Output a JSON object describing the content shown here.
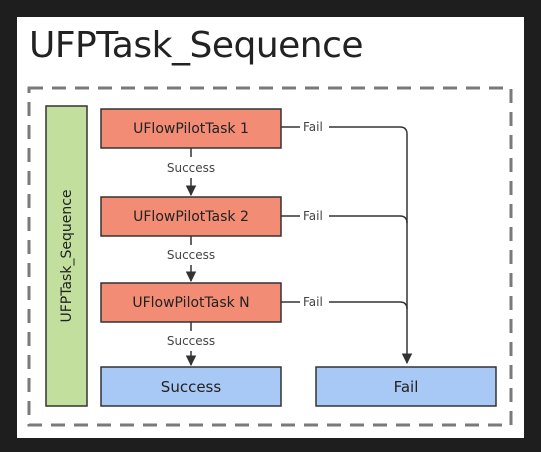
{
  "title": "UFPTask_Sequence",
  "container_label": "UFPTask_Sequence",
  "tasks": [
    {
      "label": "UFlowPilotTask 1",
      "fail_label": "Fail",
      "success_label": "Success"
    },
    {
      "label": "UFlowPilotTask 2",
      "fail_label": "Fail",
      "success_label": "Success"
    },
    {
      "label": "UFlowPilotTask N",
      "fail_label": "Fail",
      "success_label": "Success"
    }
  ],
  "outcomes": {
    "success": "Success",
    "fail": "Fail"
  },
  "colors": {
    "background": "#1e1e1e",
    "panel": "#ffffff",
    "task_fill": "#f28c75",
    "outcome_fill": "#a8c8f5",
    "container_fill": "#c2df9e",
    "dashed_border": "#7a7a7a",
    "line": "#333333"
  }
}
